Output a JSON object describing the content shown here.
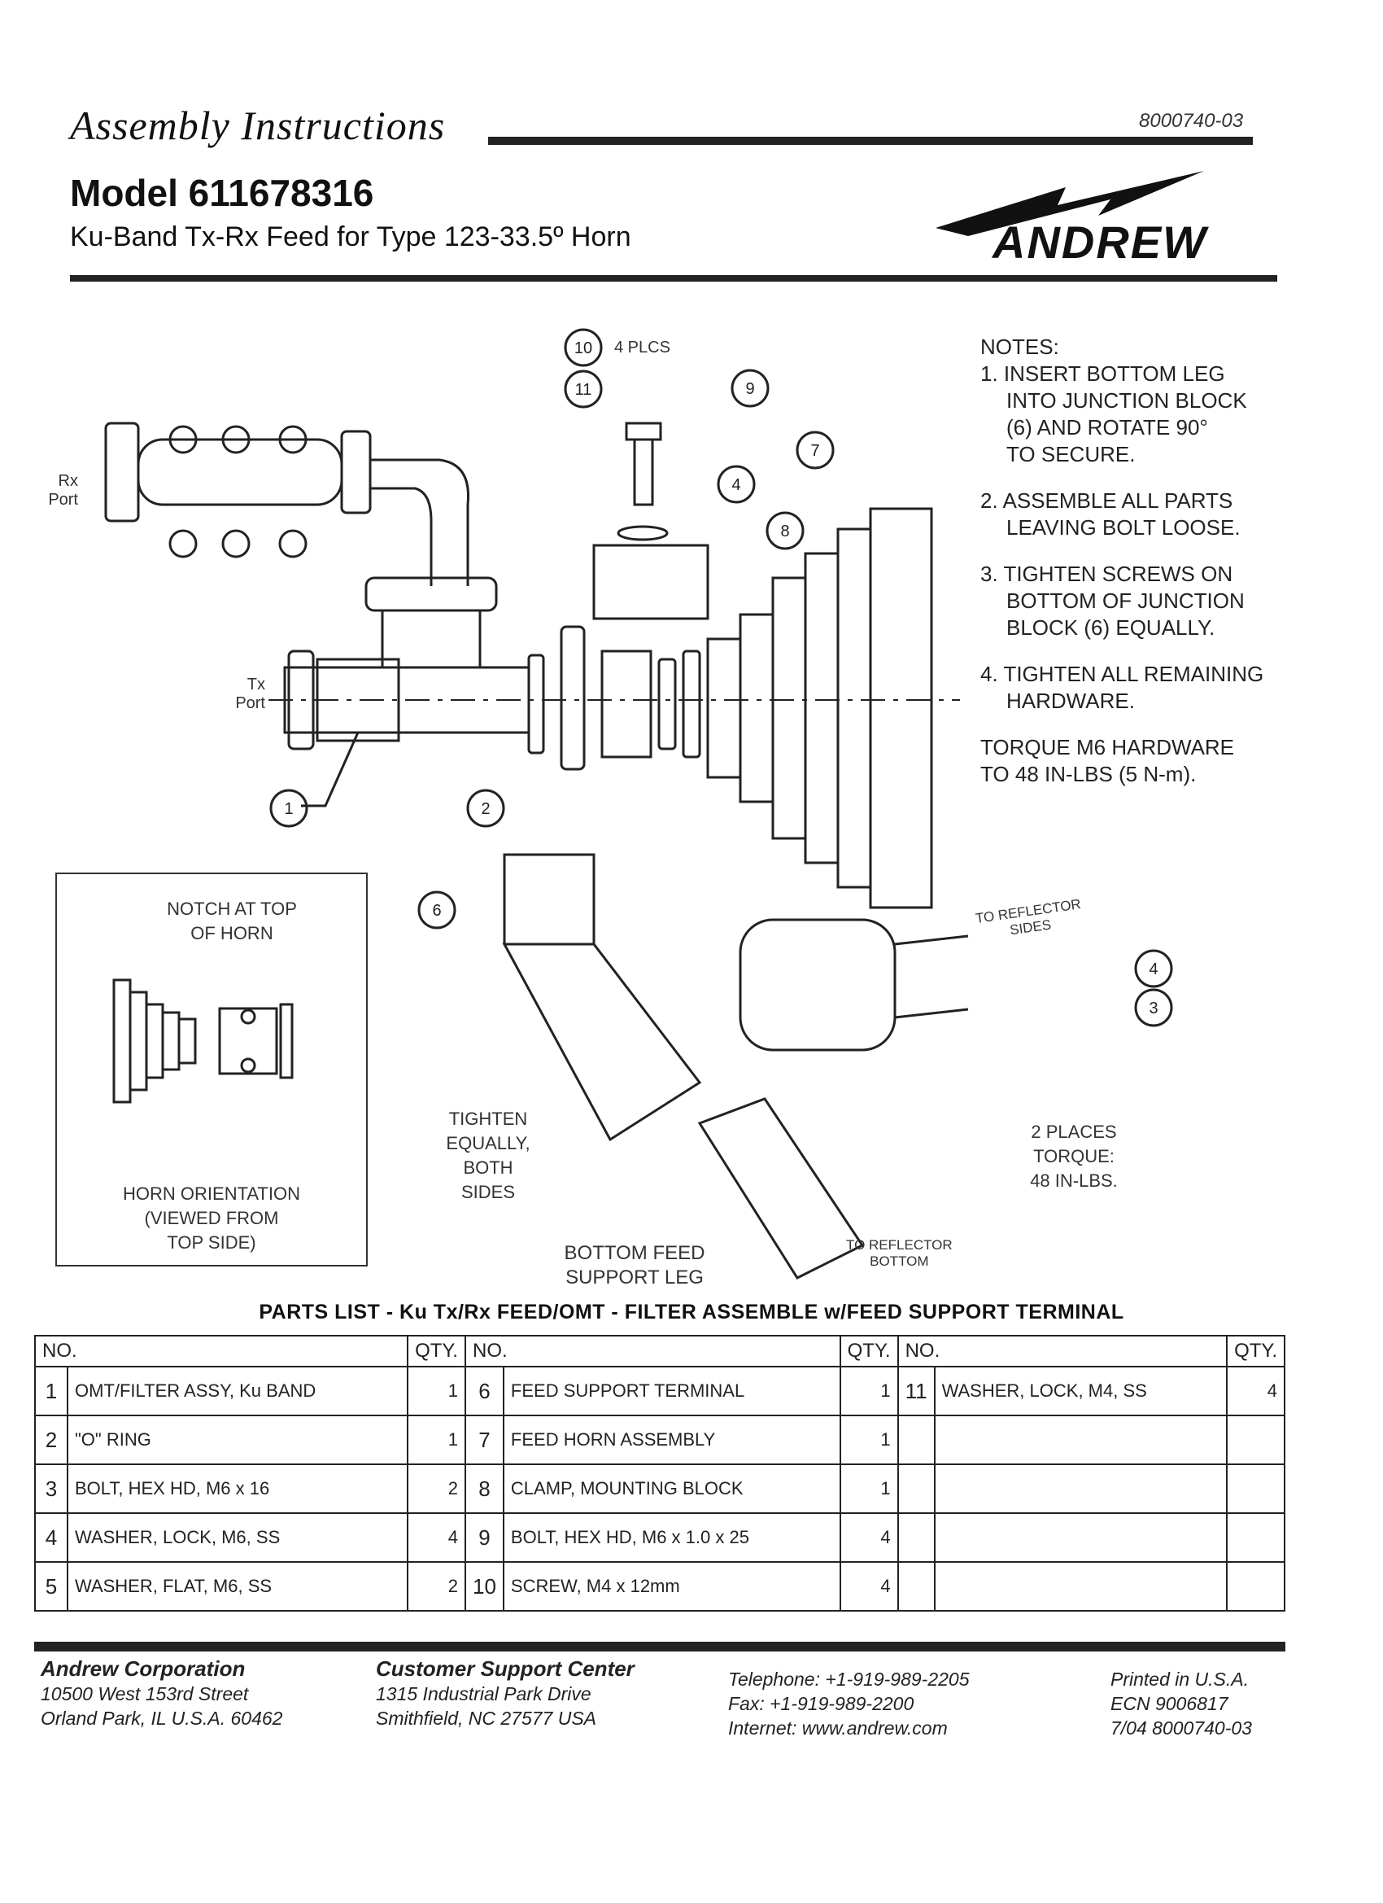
{
  "header": {
    "doc_type": "Assembly Instructions",
    "doc_number": "8000740-03",
    "model": "Model 611678316",
    "subtitle": "Ku-Band Tx-Rx Feed for Type 123-33.5º Horn",
    "brand": "ANDREW"
  },
  "notes": {
    "heading": "NOTES:",
    "items": [
      {
        "num": "1.",
        "lines": [
          "INSERT BOTTOM LEG",
          "INTO JUNCTION BLOCK",
          "(6) AND ROTATE 90°",
          "TO SECURE."
        ]
      },
      {
        "num": "2.",
        "lines": [
          "ASSEMBLE ALL PARTS",
          "LEAVING BOLT LOOSE."
        ]
      },
      {
        "num": "3.",
        "lines": [
          "TIGHTEN SCREWS ON",
          "BOTTOM OF JUNCTION",
          "BLOCK (6) EQUALLY."
        ]
      },
      {
        "num": "4.",
        "lines": [
          "TIGHTEN ALL REMAINING",
          "HARDWARE."
        ]
      }
    ],
    "torque": [
      "TORQUE M6 HARDWARE",
      "TO 48 IN-LBS (5 N-m)."
    ]
  },
  "diagram": {
    "rx_port": [
      "Rx",
      "Port"
    ],
    "tx_port": [
      "Tx",
      "Port"
    ],
    "plcs": "4 PLCS",
    "callouts": [
      "1",
      "2",
      "3",
      "4",
      "6",
      "7",
      "8",
      "9",
      "10",
      "11"
    ],
    "to_reflector_sides": [
      "TO REFLECTOR",
      "SIDES"
    ],
    "to_reflector_bottom": [
      "TO REFLECTOR",
      "BOTTOM"
    ],
    "tighten": [
      "TIGHTEN",
      "EQUALLY,",
      "BOTH",
      "SIDES"
    ],
    "two_places": [
      "2 PLACES",
      "TORQUE:",
      "48 IN-LBS."
    ],
    "bottom_leg": [
      "BOTTOM FEED",
      "SUPPORT LEG"
    ],
    "inset_notch": [
      "NOTCH AT TOP",
      "OF HORN"
    ],
    "inset_caption": [
      "HORN ORIENTATION",
      "(VIEWED FROM",
      "TOP SIDE)"
    ]
  },
  "parts": {
    "title": "PARTS LIST - Ku Tx/Rx FEED/OMT - FILTER ASSEMBLE w/FEED SUPPORT TERMINAL",
    "col_no": "NO.",
    "col_qty": "QTY.",
    "rows": [
      [
        {
          "n": "1",
          "d": "OMT/FILTER ASSY, Ku BAND",
          "q": "1"
        },
        {
          "n": "6",
          "d": "FEED SUPPORT TERMINAL",
          "q": "1"
        },
        {
          "n": "11",
          "d": "WASHER, LOCK, M4, SS",
          "q": "4"
        }
      ],
      [
        {
          "n": "2",
          "d": "\"O\" RING",
          "q": "1"
        },
        {
          "n": "7",
          "d": "FEED HORN ASSEMBLY",
          "q": "1"
        },
        {
          "n": "",
          "d": "",
          "q": ""
        }
      ],
      [
        {
          "n": "3",
          "d": "BOLT, HEX HD, M6 x 16",
          "q": "2"
        },
        {
          "n": "8",
          "d": "CLAMP, MOUNTING BLOCK",
          "q": "1"
        },
        {
          "n": "",
          "d": "",
          "q": ""
        }
      ],
      [
        {
          "n": "4",
          "d": "WASHER, LOCK, M6, SS",
          "q": "4"
        },
        {
          "n": "9",
          "d": "BOLT, HEX HD, M6 x 1.0 x 25",
          "q": "4"
        },
        {
          "n": "",
          "d": "",
          "q": ""
        }
      ],
      [
        {
          "n": "5",
          "d": "WASHER, FLAT, M6, SS",
          "q": "2"
        },
        {
          "n": "10",
          "d": "SCREW, M4 x 12mm",
          "q": "4"
        },
        {
          "n": "",
          "d": "",
          "q": ""
        }
      ]
    ]
  },
  "footer": {
    "company": "Andrew Corporation",
    "company_addr": [
      "10500 West 153rd Street",
      "Orland Park, IL U.S.A. 60462"
    ],
    "support": "Customer Support Center",
    "support_addr": [
      "1315 Industrial Park Drive",
      "Smithfield, NC 27577 USA"
    ],
    "contact": [
      "Telephone: +1-919-989-2205",
      "Fax: +1-919-989-2200",
      "Internet: www.andrew.com"
    ],
    "print": [
      "Printed in U.S.A.",
      "ECN 9006817",
      "7/04 8000740-03"
    ]
  }
}
